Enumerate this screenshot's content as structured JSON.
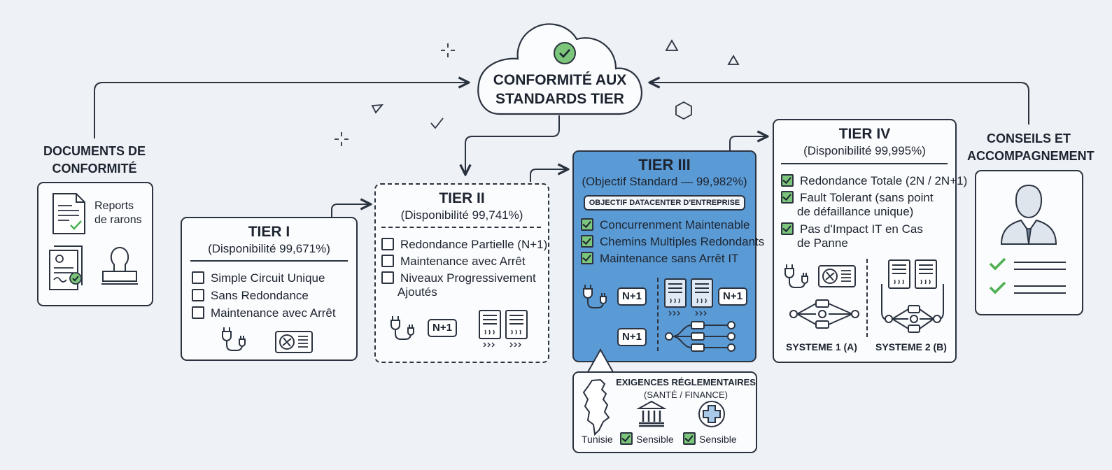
{
  "colors": {
    "background": "#eef2f6",
    "tier3_fill": "#5b9bd5",
    "check_green": "#7bc67a",
    "stroke": "#2b3340"
  },
  "cloud": {
    "title_line1": "CONFORMITÉ AUX",
    "title_line2": "STANDARDS TIER",
    "icon": "check-circle-icon"
  },
  "documents": {
    "title_line1": "DOCUMENTS DE",
    "title_line2": "CONFORMITÉ",
    "report_line1": "Reports",
    "report_line2": "de rarons"
  },
  "tier1": {
    "title": "TIER I",
    "availability": "(Disponibilité 99,671%)",
    "items": [
      "Simple Circuit Unique",
      "Sans Redondance",
      "Maintenance avec Arrêt"
    ]
  },
  "tier2": {
    "title": "TIER II",
    "availability": "(Disponibilité 99,741%)",
    "items": [
      "Redondance Partielle (N+1)",
      "Maintenance avec Arrêt",
      "Niveaux Progressivement"
    ],
    "item3_cont": "Ajoutés",
    "badge": "N+1"
  },
  "tier3": {
    "title": "TIER III",
    "availability": "(Objectif Standard — 99,982%)",
    "tag": "OBJECTIF DATACENTER D'ENTREPRISE",
    "items": [
      "Concurrenment Maintenable",
      "Chemins Multiples Redondants",
      "Maintenance sans Arrêt IT"
    ],
    "badge": "N+1"
  },
  "tier4": {
    "title": "TIER IV",
    "availability": "(Disponibilité 99,995%)",
    "item1": "Redondance Totale (2N / 2N+1)",
    "item2_l1": "Fault Tolerant (sans point",
    "item2_l2": "de défaillance unique)",
    "item3_l1": "Pas d'Impact IT en Cas",
    "item3_l2": "de Panne",
    "system1": "SYSTEME 1 (A)",
    "system2": "SYSTEME 2 (B)"
  },
  "advice": {
    "title_line1": "CONSEILS ET",
    "title_line2": "ACCOMPAGNEMENT"
  },
  "regulatory": {
    "title": "EXIGENCES RÉGLEMENTAIRES",
    "subtitle": "(SANTÉ / FINANCE)",
    "country": "Tunisie",
    "sensitive1": "Sensible",
    "sensitive2": "Sensible"
  }
}
